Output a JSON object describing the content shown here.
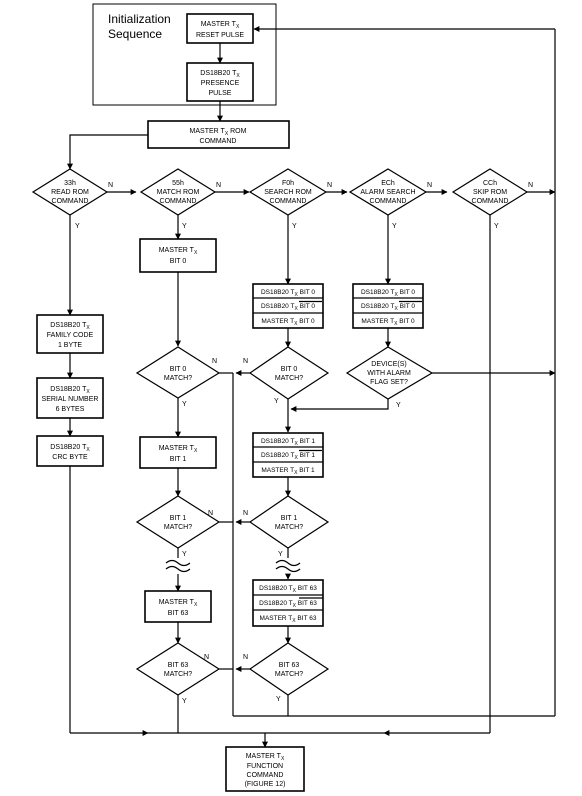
{
  "init": {
    "title_line1": "Initialization",
    "title_line2": "Sequence"
  },
  "reset": {
    "line1_pre": "MASTER T",
    "line1_sub": "X",
    "line2": "RESET PULSE"
  },
  "presence": {
    "line1_pre": "DS18B20 T",
    "line1_sub": "X",
    "line2": "PRESENCE",
    "line3": "PULSE"
  },
  "rom_cmd": {
    "line1_pre": "MASTER T",
    "line1_sub": "X",
    "line1_post": " ROM",
    "line2": "COMMAND"
  },
  "decisions": {
    "read_rom": {
      "line1": "33h",
      "line2": "READ ROM",
      "line3": "COMMAND"
    },
    "match_rom": {
      "line1": "55h",
      "line2": "MATCH ROM",
      "line3": "COMMAND"
    },
    "search_rom": {
      "line1": "F0h",
      "line2": "SEARCH ROM",
      "line3": "COMMAND"
    },
    "alarm_search": {
      "line1": "ECh",
      "line2": "ALARM SEARCH",
      "line3": "COMMAND"
    },
    "skip_rom": {
      "line1": "CCh",
      "line2": "SKIP ROM",
      "line3": "COMMAND"
    },
    "m_bit0": {
      "line1": "BIT 0",
      "line2": "MATCH?"
    },
    "s_bit0": {
      "line1": "BIT 0",
      "line2": "MATCH?"
    },
    "alarm_flag": {
      "line1": "DEVICE(S)",
      "line2": "WITH ALARM",
      "line3": "FLAG SET?"
    },
    "m_bit1": {
      "line1": "BIT 1",
      "line2": "MATCH?"
    },
    "s_bit1": {
      "line1": "BIT 1",
      "line2": "MATCH?"
    },
    "m_bit63": {
      "line1": "BIT 63",
      "line2": "MATCH?"
    },
    "s_bit63": {
      "line1": "BIT 63",
      "line2": "MATCH?"
    }
  },
  "labels": {
    "yes": "Y",
    "no": "N"
  },
  "match_path": {
    "tx_bit0": {
      "line1_pre": "MASTER T",
      "line1_sub": "X",
      "line2": "BIT 0"
    },
    "tx_bit1": {
      "line1_pre": "MASTER T",
      "line1_sub": "X",
      "line2": "BIT 1"
    },
    "tx_bit63": {
      "line1_pre": "MASTER T",
      "line1_sub": "X",
      "line2": "BIT 63"
    }
  },
  "read_path": {
    "family": {
      "line1_pre": "DS18B20 T",
      "line1_sub": "X",
      "line2": "FAMILY CODE",
      "line3": "1 BYTE"
    },
    "serial": {
      "line1_pre": "DS18B20 T",
      "line1_sub": "X",
      "line2": "SERIAL NUMBER",
      "line3": "6 BYTES"
    },
    "crc": {
      "line1_pre": "DS18B20 T",
      "line1_sub": "X",
      "line2": "CRC BYTE"
    }
  },
  "search_path": {
    "bit0": [
      {
        "pre": "DS18B20 T",
        "sub": "X",
        "post": " BIT 0",
        "bar": false
      },
      {
        "pre": "DS18B20 T",
        "sub": "X",
        "post": " BIT 0",
        "bar": true
      },
      {
        "pre": "MASTER T",
        "sub": "X",
        "post": " BIT 0",
        "bar": false
      }
    ],
    "bit1": [
      {
        "pre": "DS18B20 T",
        "sub": "X",
        "post": " BIT 1",
        "bar": false
      },
      {
        "pre": "DS18B20 T",
        "sub": "X",
        "post": " BIT 1",
        "bar": true
      },
      {
        "pre": "MASTER T",
        "sub": "X",
        "post": " BIT 1",
        "bar": false
      }
    ],
    "bit63": [
      {
        "pre": "DS18B20 T",
        "sub": "X",
        "post": " BIT 63",
        "bar": false
      },
      {
        "pre": "DS18B20 T",
        "sub": "X",
        "post": " BIT 63",
        "bar": true
      },
      {
        "pre": "MASTER T",
        "sub": "X",
        "post": " BIT 63",
        "bar": false
      }
    ]
  },
  "alarm_path": {
    "bit0": [
      {
        "pre": "DS18B20 T",
        "sub": "X",
        "post": " BIT 0",
        "bar": false
      },
      {
        "pre": "DS18B20 T",
        "sub": "X",
        "post": " BIT 0",
        "bar": true
      },
      {
        "pre": "MASTER T",
        "sub": "X",
        "post": " BIT 0",
        "bar": false
      }
    ]
  },
  "function_cmd": {
    "line1_pre": "MASTER T",
    "line1_sub": "X",
    "line2": "FUNCTION",
    "line3": "COMMAND",
    "line4": "(FIGURE 12)"
  }
}
